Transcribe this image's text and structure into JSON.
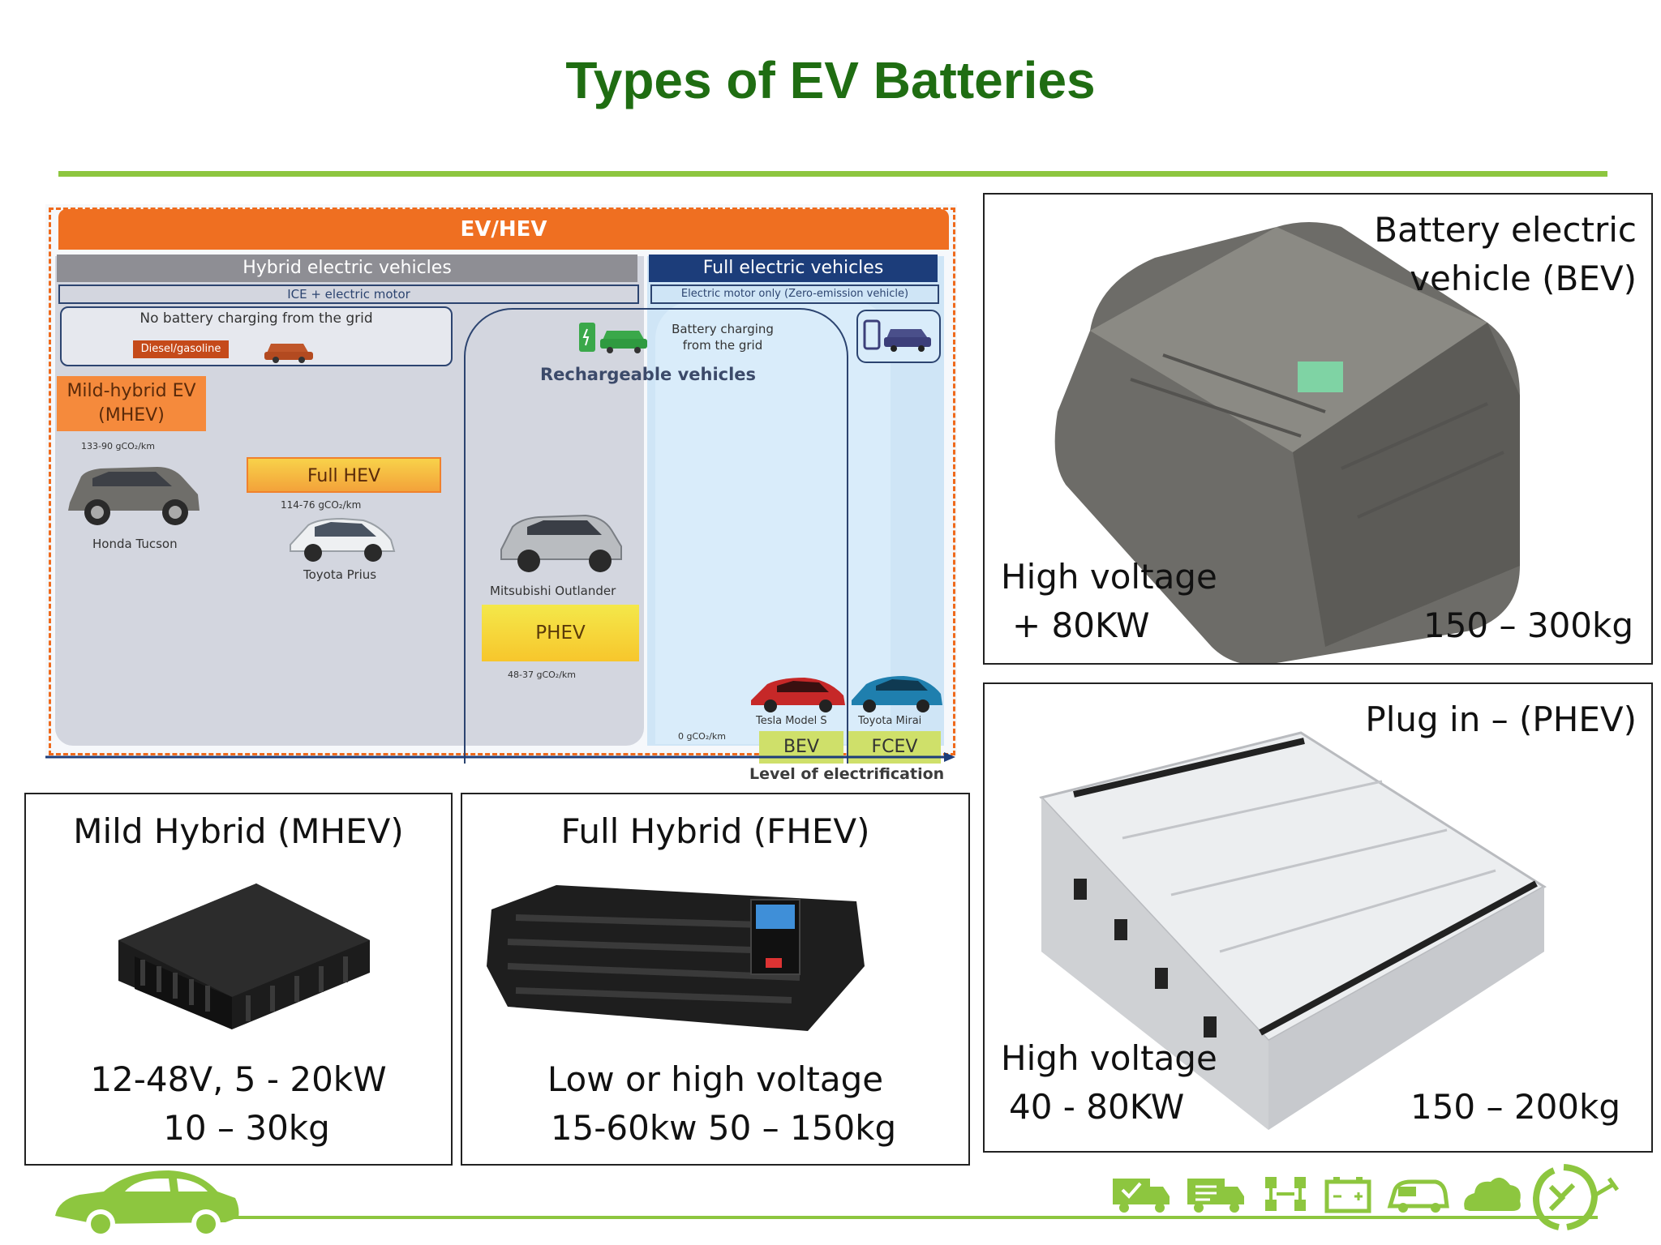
{
  "slide": {
    "title": "Types of EV Batteries"
  },
  "diagram": {
    "header": "EV/HEV",
    "hybrid_header": "Hybrid electric vehicles",
    "hybrid_sub": "ICE + electric motor",
    "full_header": "Full electric vehicles",
    "full_sub": "Electric motor only (Zero-emission vehicle)",
    "no_charging": "No battery charging from the grid",
    "fuel_label": "Diesel/gasoline",
    "charging": "Battery charging from the grid",
    "rechargeable": "Rechargeable vehicles",
    "mhev_tag": "Mild-hybrid EV (MHEV)",
    "mhev_co2": "133-90 gCO₂/km",
    "mhev_car": "Honda Tucson",
    "fhev_tag": "Full HEV",
    "fhev_co2": "114-76 gCO₂/km",
    "fhev_car": "Toyota Prius",
    "phev_car": "Mitsubishi Outlander",
    "phev_tag": "PHEV",
    "phev_co2": "48-37 gCO₂/km",
    "zero_co2": "0 gCO₂/km",
    "bev_car": "Tesla Model S",
    "fcev_car": "Toyota Mirai",
    "bev_tag": "BEV",
    "fcev_tag": "FCEV",
    "axis_label": "Level of electrification"
  },
  "panels": {
    "bev": {
      "title_line1": "Battery electric",
      "title_line2": "vehicle (BEV)",
      "voltage_line1": "High voltage",
      "voltage_line2": "+ 80KW",
      "weight": "150 – 300kg"
    },
    "phev": {
      "title": "Plug in – (PHEV)",
      "voltage_line1": "High voltage",
      "voltage_line2": "40 - 80KW",
      "weight": "150 – 200kg"
    },
    "mhev": {
      "title": "Mild Hybrid (MHEV)",
      "spec_line1": "12-48V, 5 - 20kW",
      "spec_line2": "10 – 30kg"
    },
    "fhev": {
      "title": "Full Hybrid  (FHEV)",
      "spec_line1": "Low or high voltage",
      "spec_line2": "15-60kw  50 – 150kg"
    }
  },
  "colors": {
    "title_green": "#1f6d12",
    "accent_green": "#8dc63f",
    "orange": "#ef6a1c",
    "navy": "#1c3d7a"
  },
  "icons": [
    "car-silhouette-icon",
    "truck-check-icon",
    "truck-list-icon",
    "network-icon",
    "battery-icon",
    "car-side-icon",
    "cloud-icon",
    "recycle-plug-icon"
  ]
}
